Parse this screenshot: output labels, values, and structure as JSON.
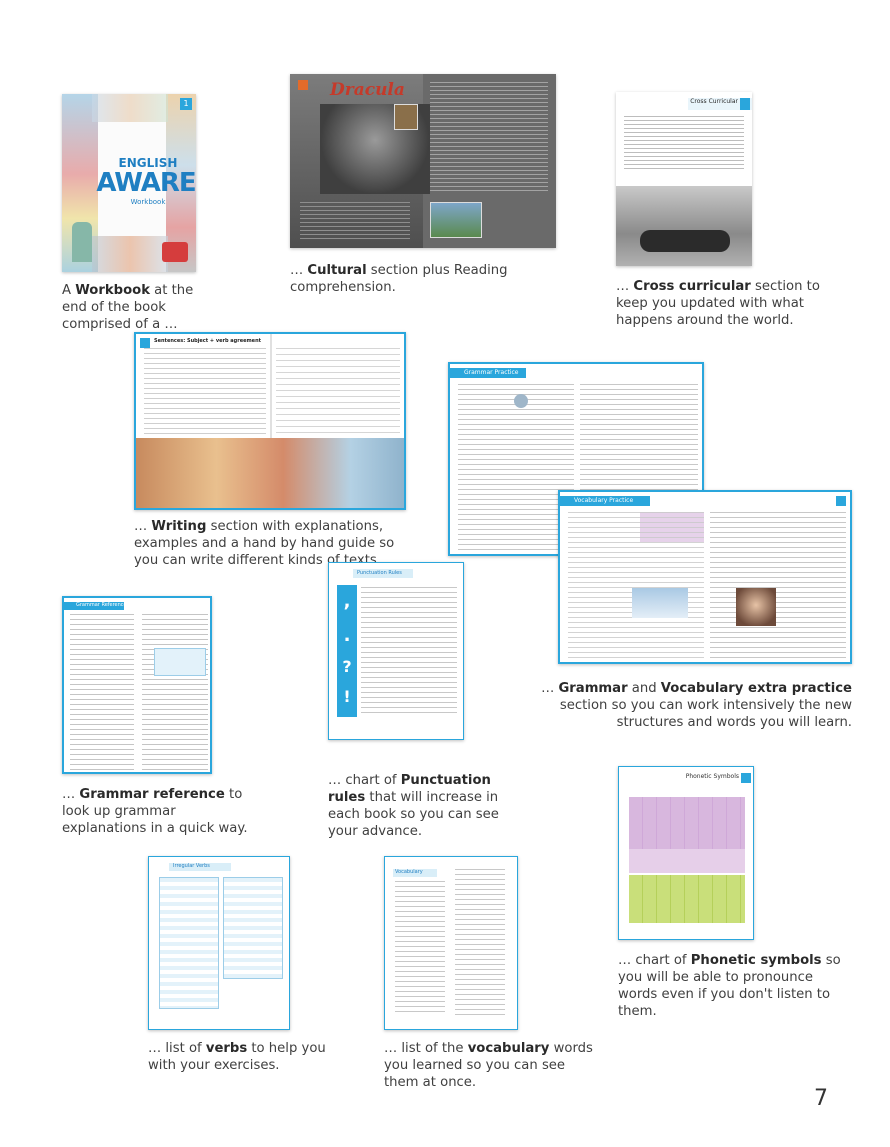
{
  "page": {
    "number": "7"
  },
  "captions": {
    "workbook": {
      "t1": "A ",
      "b": "Workbook",
      "t2": " at the end of the book comprised of a …"
    },
    "cultural": {
      "t1": "… ",
      "b": "Cultural",
      "t2": " section plus Reading comprehension."
    },
    "cross": {
      "t1": "… ",
      "b": "Cross curricular",
      "t2": " section to keep you updated with what happens around the world."
    },
    "writing": {
      "t1": "… ",
      "b": "Writing",
      "t2": " section with explanations, examples and a hand by hand guide so you can write different kinds of texts."
    },
    "grammar_vocab": {
      "t1": "… ",
      "b1": "Grammar",
      "t2": " and ",
      "b2": "Vocabulary extra practice",
      "t3": " section so you can work intensively the new structures and words you will learn."
    },
    "grammar_ref": {
      "t1": "… ",
      "b": "Grammar reference",
      "t2": " to look up grammar explanations in a quick way."
    },
    "punctuation": {
      "t1": "… chart of ",
      "b": "Punctuation rules",
      "t2": " that will increase in each book so you can see your advance."
    },
    "phonetic": {
      "t1": "… chart of ",
      "b": "Phonetic symbols",
      "t2": " so you will be able to pronounce words even if you don't listen to them."
    },
    "verbs": {
      "t1": "… list of ",
      "b": "verbs",
      "t2": " to help you with your exercises."
    },
    "vocabulary": {
      "t1": "… list of the ",
      "b": "vocabulary",
      "t2": " words you learned so you can see them at once."
    }
  },
  "thumbs": {
    "workbook": {
      "t1": "ENGLISH",
      "t2": "AWARE",
      "t3": "Workbook",
      "num": "1"
    },
    "cultural": {
      "title": "Dracula"
    },
    "cross": {
      "title": "Cross Curricular"
    },
    "writing": {
      "title": "Sentences: Subject + verb agreement"
    },
    "grammar1": {
      "title": "Grammar Practice"
    },
    "vocab1": {
      "title": "Vocabulary Practice"
    },
    "grammarref": {
      "title": "Grammar Reference"
    },
    "punct": {
      "title": "Punctuation Rules",
      "s1": ",",
      "s2": ".",
      "s3": "?",
      "s4": "!"
    },
    "phon": {
      "title": "Phonetic Symbols"
    },
    "verbs": {
      "title": "Irregular Verbs"
    },
    "vocablist": {
      "title": "Vocabulary"
    }
  }
}
